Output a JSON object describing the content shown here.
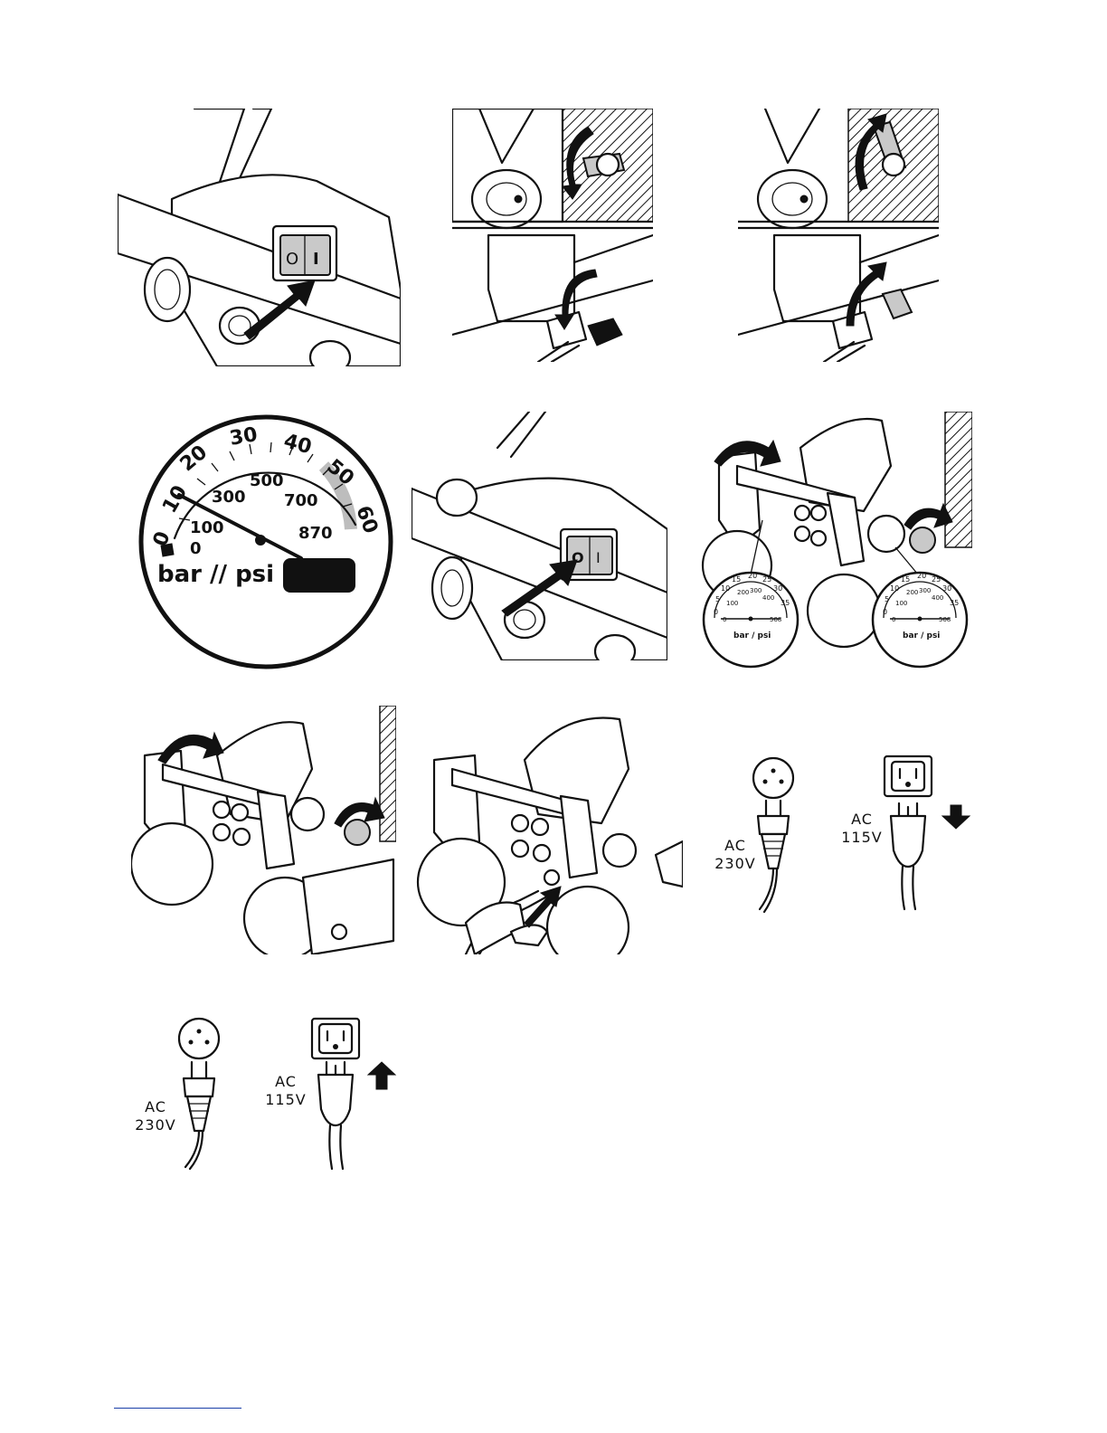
{
  "switch": {
    "off": "O",
    "on": "I"
  },
  "gauge_large": {
    "bar_ticks": [
      "0",
      "10",
      "20",
      "30",
      "40",
      "50",
      "60"
    ],
    "psi_ticks": [
      "0",
      "100",
      "300",
      "500",
      "700",
      "870"
    ],
    "units": "bar // psi"
  },
  "gauge_small": {
    "bar_ticks": [
      "0",
      "5",
      "10",
      "15",
      "20",
      "25",
      "30",
      "35"
    ],
    "psi_ticks": [
      "0",
      "100",
      "200",
      "300",
      "400",
      "508"
    ],
    "units": "bar / psi"
  },
  "plugs": {
    "eu": {
      "ac": "AC",
      "volt": "230V"
    },
    "us": {
      "ac": "AC",
      "volt": "115V"
    }
  },
  "colors": {
    "ink": "#111111",
    "accent_gray": "#c9c9c9",
    "footer_rule": "#1a3fa8"
  }
}
